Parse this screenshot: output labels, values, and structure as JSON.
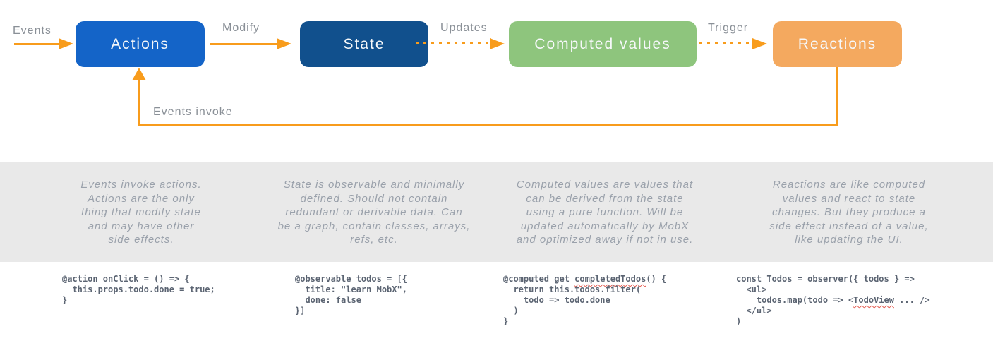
{
  "colors": {
    "actions_box": "#1464c8",
    "state_box": "#11508d",
    "computed_box": "#8ec57d",
    "reactions_box": "#f4a95f",
    "arrow": "#f89c1c",
    "label_gray": "#8a9097",
    "band_bg": "#e9e9e9",
    "description_text": "#9aa1ab",
    "code_text": "#5b6472",
    "squiggle": "#e2574c"
  },
  "diagram": {
    "boxes": {
      "actions": "Actions",
      "state": "State",
      "computed": "Computed values",
      "reactions": "Reactions"
    },
    "arrow_labels": {
      "events": "Events",
      "modify": "Modify",
      "updates": "Updates",
      "trigger": "Trigger",
      "events_invoke": "Events invoke"
    }
  },
  "descriptions": [
    "Events invoke actions.\nActions are the only\nthing that modify state\nand may have other\nside effects.",
    "State is observable and minimally\ndefined. Should not contain\nredundant or derivable data. Can\nbe a graph, contain classes, arrays,\nrefs, etc.",
    "Computed values are values that\ncan be derived from the state\nusing a pure function. Will be\nupdated automatically by MobX\nand optimized away if not in use.",
    "Reactions are like computed\nvalues and react to state\nchanges. But they produce a\nside effect instead of a value,\nlike updating the UI."
  ],
  "code_snippets": [
    {
      "lines": [
        "@action onClick = () => {",
        "  this.props.todo.done = true;",
        "}"
      ],
      "misspelled": []
    },
    {
      "lines": [
        "@observable todos = [{",
        "  title: \"learn MobX\",",
        "  done: false",
        "}]"
      ],
      "misspelled": []
    },
    {
      "lines": [
        "@computed get completedTodos() {",
        "  return this.todos.filter(",
        "    todo => todo.done",
        "  )",
        "}"
      ],
      "misspelled": [
        "completedTodos"
      ]
    },
    {
      "lines": [
        "const Todos = observer({ todos } =>",
        "  <ul>",
        "    todos.map(todo => <TodoView ... />",
        "  </ul>",
        ")"
      ],
      "misspelled": [
        "TodoView"
      ]
    }
  ]
}
